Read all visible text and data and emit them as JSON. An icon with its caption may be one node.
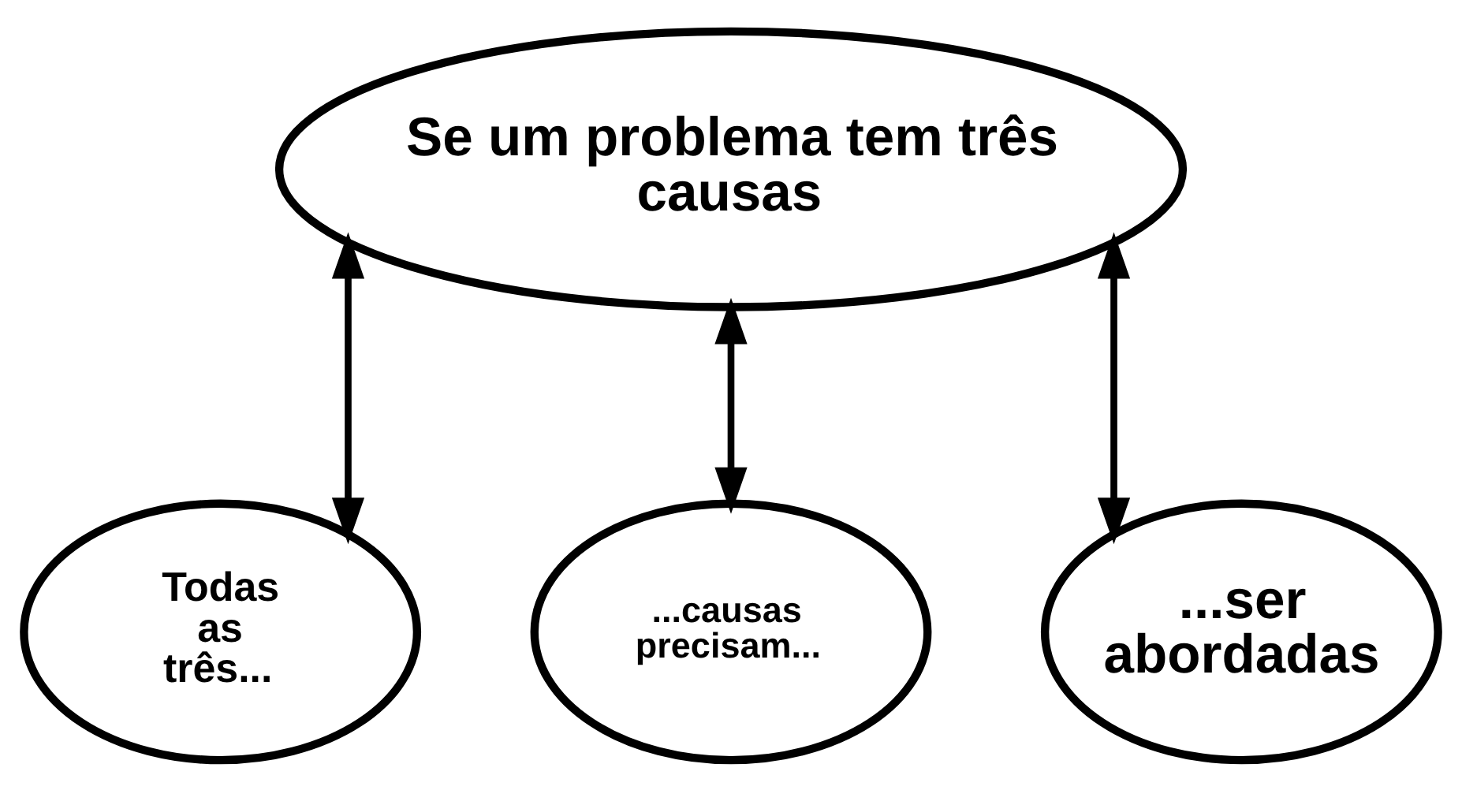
{
  "diagram": {
    "nodes": [
      {
        "text": [
          "Se um problema tem três causas"
        ]
      },
      {
        "text": [
          "Todas as três..."
        ]
      },
      {
        "text": [
          "...causas precisam..."
        ]
      },
      {
        "text": [
          "...ser abordadas"
        ]
      }
    ],
    "edges": [
      {
        "from": 0,
        "to": 1,
        "arrow": "both"
      },
      {
        "from": 0,
        "to": 2,
        "arrow": "both"
      },
      {
        "from": 0,
        "to": 3,
        "arrow": "both"
      }
    ]
  }
}
